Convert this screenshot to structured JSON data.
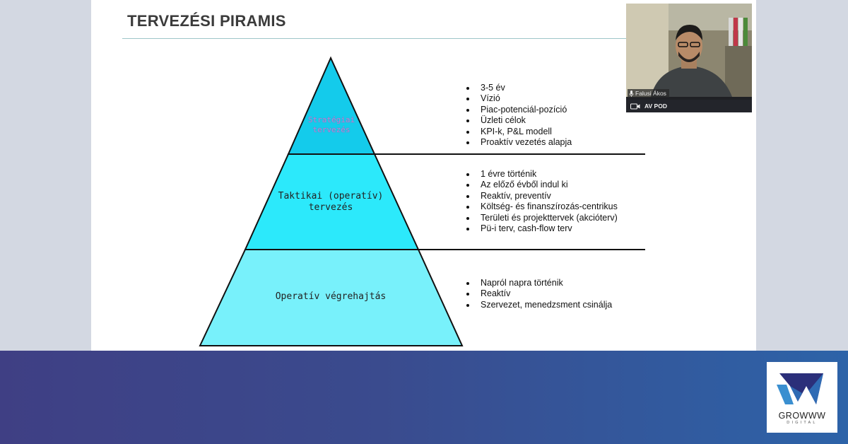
{
  "slide": {
    "title": "TERVEZÉSI PIRAMIS",
    "pyramid": {
      "tiers": [
        {
          "label_lines": [
            "Stratégiai",
            "tervezés"
          ],
          "color": "#14cbeb",
          "bullets": [
            "3-5 év",
            "Vízió",
            "Piac-potenciál-pozíció",
            "Üzleti célok",
            "KPI-k, P&L modell",
            "Proaktív vezetés alapja"
          ]
        },
        {
          "label_lines": [
            "Taktikai (operatív)",
            "tervezés"
          ],
          "color": "#2ce9fb",
          "bullets": [
            "1 évre történik",
            "Az előző évből indul ki",
            "Reaktív, preventív",
            "Költség- és finanszírozás-centrikus",
            "Területi és projekttervek (akcióterv)",
            "Pü-i terv, cash-flow terv"
          ]
        },
        {
          "label_lines": [
            "Operatív végrehajtás"
          ],
          "color": "#78f1fb",
          "bullets": [
            "Napról napra történik",
            "Reaktív",
            "Szervezet, menedzsment csinálja"
          ]
        }
      ],
      "outline_color": "#111111"
    }
  },
  "webcam": {
    "participant_name": "Falusi Ákos",
    "stream_label": "AV POD",
    "icons": [
      "microphone-icon",
      "video-camera-icon"
    ]
  },
  "branding": {
    "logo_text": "GROWWW",
    "logo_subtext": "DIGITAL",
    "colors": {
      "band_left": "#3f3f84",
      "band_right": "#2d63a8",
      "logo_dark": "#2b2f7a",
      "logo_light": "#2f6bb4"
    }
  }
}
